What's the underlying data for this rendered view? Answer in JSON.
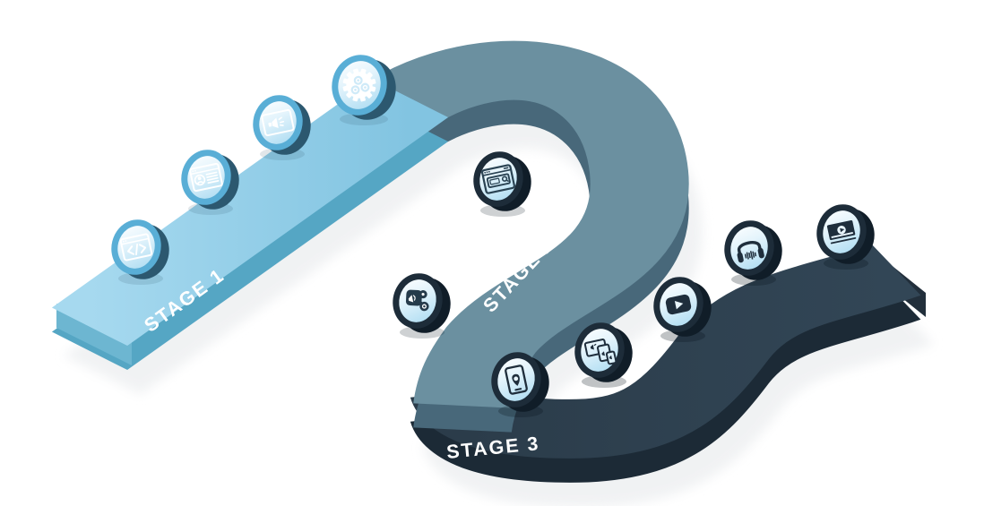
{
  "illustration": {
    "type": "isometric-three-stage-roadmap",
    "background_color": "#ffffff",
    "shadow_color": "#eceef0",
    "stages": [
      {
        "label": "STAGE 1",
        "path_top_color": "#9bd2ec",
        "path_side_color": "#55a6c4",
        "badge_ring_color": "#59aed6",
        "badge_depth_color": "#2c586f",
        "icon_color": "#ffffff",
        "icons": [
          "code-window-icon",
          "profile-page-icon",
          "ad-banner-icon",
          "gear-process-icon"
        ]
      },
      {
        "label": "STAGE 2",
        "path_top_color": "#6b90a0",
        "path_side_color": "#48687a",
        "badge_ring_color": "#1d2c39",
        "badge_depth_color": "#101d28",
        "icon_color": "#2a4353",
        "icons": [
          "browser-search-icon",
          "content-share-icon"
        ]
      },
      {
        "label": "STAGE 3",
        "path_top_color": "#2e404e",
        "path_side_color": "#1c2a36",
        "badge_ring_color": "#1d2c39",
        "badge_depth_color": "#101d28",
        "icon_color": "#1f2e3c",
        "icons": [
          "phone-location-icon",
          "multi-device-ads-icon",
          "play-button-icon",
          "headphones-audio-icon",
          "video-player-icon"
        ]
      }
    ]
  }
}
